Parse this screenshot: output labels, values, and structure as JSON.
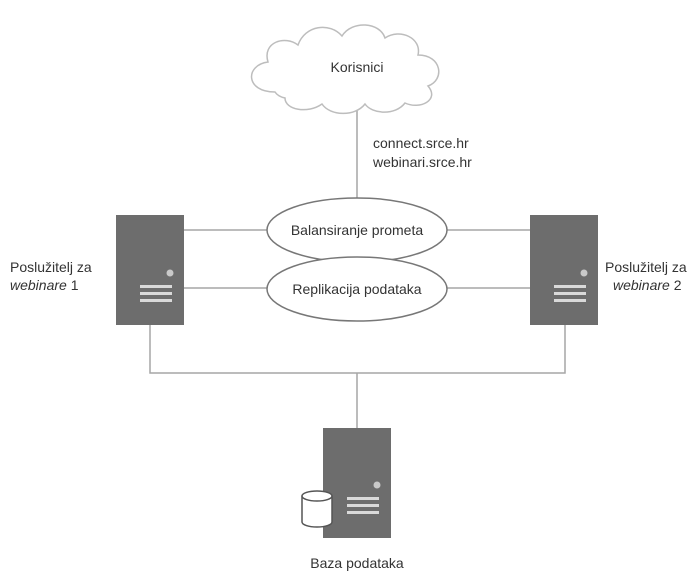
{
  "users": {
    "label": "Korisnici"
  },
  "addresses": [
    "connect.srce.hr",
    "webinari.srce.hr"
  ],
  "balancing": {
    "label": "Balansiranje prometa"
  },
  "replication": {
    "label": "Replikacija podataka"
  },
  "server_left": {
    "line1": "Poslužitelj za",
    "line2_italic": "webinare",
    "line2_num": " 1"
  },
  "server_right": {
    "line1": "Poslužitelj za",
    "line2_italic": "webinare",
    "line2_num": " 2"
  },
  "database": {
    "label": "Baza podataka"
  },
  "colors": {
    "server_fill": "#6d6d6d",
    "line": "#a6a6a6",
    "ellipse_stroke": "#777777",
    "cloud_stroke": "#bdbdbd",
    "text": "#333333"
  },
  "icons": {
    "server": "server-tower-icon",
    "database": "database-cylinder-icon",
    "cloud": "cloud-icon"
  }
}
